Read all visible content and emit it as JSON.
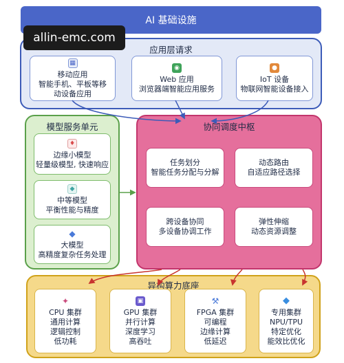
{
  "title": "AI 基础设施",
  "watermark": "allin-emc.com",
  "app_layer": {
    "label": "应用层请求",
    "cards": [
      {
        "title": "移动应用",
        "desc": [
          "智能手机、平板等移",
          "动设备应用"
        ],
        "icon": "mobile-icon",
        "icon_color": "#7f96d6"
      },
      {
        "title": "Web 应用",
        "desc": [
          "浏览器端智能应用服务"
        ],
        "icon": "web-icon",
        "icon_color": "#3fa35a"
      },
      {
        "title": "IoT 设备",
        "desc": [
          "物联网智能设备接入"
        ],
        "icon": "iot-icon",
        "icon_color": "#e2893b"
      }
    ]
  },
  "model_unit": {
    "label": "模型服务单元",
    "cards": [
      {
        "title": "边缘小模型",
        "desc": [
          "轻量级模型, 快速响应"
        ],
        "icon": "small-model-icon",
        "icon_color": "#d94a4a"
      },
      {
        "title": "中等模型",
        "desc": [
          "平衡性能与精度"
        ],
        "icon": "medium-model-icon",
        "icon_color": "#3fa3a3"
      },
      {
        "title": "大模型",
        "desc": [
          "高精度复杂任务处理"
        ],
        "icon": "large-model-icon",
        "icon_color": "#4a7ad9"
      }
    ]
  },
  "hub": {
    "label": "协同调度中枢",
    "cards": [
      {
        "title": "任务划分",
        "desc": [
          "智能任务分配与分解"
        ]
      },
      {
        "title": "动态路由",
        "desc": [
          "自适应路径选择"
        ]
      },
      {
        "title": "跨设备协同",
        "desc": [
          "多设备协调工作"
        ]
      },
      {
        "title": "弹性伸缩",
        "desc": [
          "动态资源调整"
        ]
      }
    ]
  },
  "compute": {
    "label": "异构算力底座",
    "cards": [
      {
        "title": "CPU 集群",
        "desc": [
          "通用计算",
          "逻辑控制",
          "低功耗"
        ],
        "icon": "cpu-icon",
        "icon_color": "#c94a7c"
      },
      {
        "title": "GPU 集群",
        "desc": [
          "并行计算",
          "深度学习",
          "高吞吐"
        ],
        "icon": "gpu-icon",
        "icon_color": "#6a5acd"
      },
      {
        "title": "FPGA 集群",
        "desc": [
          "可编程",
          "边缘计算",
          "低延迟"
        ],
        "icon": "fpga-icon",
        "icon_color": "#4a7ad9"
      },
      {
        "title": "专用集群",
        "desc": [
          "NPU/TPU",
          "特定优化",
          "能效比优化"
        ],
        "icon": "npu-icon",
        "icon_color": "#3a8ee0"
      }
    ]
  },
  "colors": {
    "title_bar": "#4a66c8",
    "app_layer": "#e3e9f7",
    "model_unit": "#dcefcf",
    "hub": "#e56f9c",
    "compute": "#f5d98a",
    "arrow_blue": "#3c5bb8",
    "arrow_red": "#c8342f",
    "arrow_green": "#5aa04a"
  }
}
